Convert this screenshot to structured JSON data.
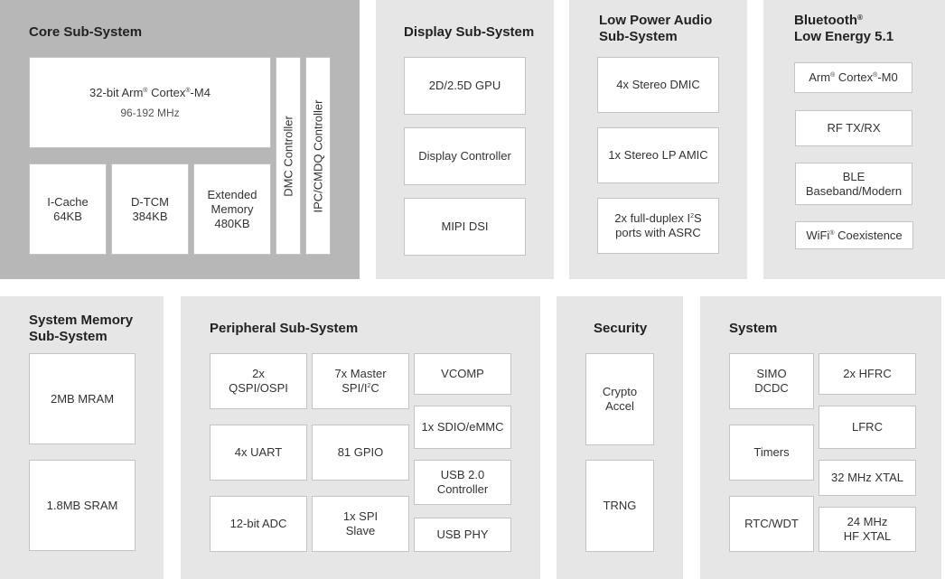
{
  "core": {
    "title": "Core Sub-System",
    "cpu_pre": "32-bit Arm",
    "cpu_reg": "®",
    "cpu_post": " Cortex",
    "cpu_reg2": "®",
    "cpu_tail": "-M4",
    "cpu_freq": "96-192 MHz",
    "icache_1": "I-Cache",
    "icache_2": "64KB",
    "dtcm_1": "D-TCM",
    "dtcm_2": "384KB",
    "extmem_1": "Extended",
    "extmem_2": "Memory",
    "extmem_3": "480KB",
    "dmc": "DMC Controller",
    "ipc": "IPC/CMDQ Controller"
  },
  "display": {
    "title": "Display Sub-System",
    "gpu": "2D/2.5D GPU",
    "controller": "Display Controller",
    "dsi": "MIPI DSI"
  },
  "audio": {
    "title_1": "Low Power Audio",
    "title_2": "Sub-System",
    "dmic": "4x Stereo DMIC",
    "amic": "1x Stereo LP AMIC",
    "i2s_pre": "2x full-duplex I",
    "i2s_sup": "2",
    "i2s_post": "S",
    "i2s_2": "ports with ASRC"
  },
  "ble": {
    "title_1": "Bluetooth",
    "title_reg": "®",
    "title_2": "Low Energy 5.1",
    "m0_pre": "Arm",
    "m0_reg": "®",
    "m0_mid": " Cortex",
    "m0_reg2": "®",
    "m0_tail": "-M0",
    "rf": "RF TX/RX",
    "baseband_1": "BLE",
    "baseband_2": "Baseband/Modern",
    "wifi_pre": "WiFi",
    "wifi_reg": "®",
    "wifi_post": " Coexistence"
  },
  "sysmem": {
    "title_1": "System Memory",
    "title_2": "Sub-System",
    "mram": "2MB MRAM",
    "sram": "1.8MB SRAM"
  },
  "peripheral": {
    "title": "Peripheral Sub-System",
    "qspi_1": "2x",
    "qspi_2": "QSPI/OSPI",
    "spi_master_1": "7x Master",
    "spi_master_2_pre": "SPI/I",
    "spi_master_sup": "2",
    "spi_master_2_post": "C",
    "vcomp": "VCOMP",
    "uart": "4x UART",
    "gpio": "81 GPIO",
    "sdio": "1x SDIO/eMMC",
    "usb_ctrl_1": "USB 2.0",
    "usb_ctrl_2": "Controller",
    "adc": "12-bit ADC",
    "spi_slave_1": "1x SPI",
    "spi_slave_2": "Slave",
    "usb_phy": "USB PHY"
  },
  "security": {
    "title": "Security",
    "crypto_1": "Crypto",
    "crypto_2": "Accel",
    "trng": "TRNG"
  },
  "system": {
    "title": "System",
    "simo_1": "SIMO",
    "simo_2": "DCDC",
    "hfrc": "2x HFRC",
    "timers": "Timers",
    "lfrc": "LFRC",
    "xtal32": "32 MHz XTAL",
    "rtc": "RTC/WDT",
    "xtal24_1": "24 MHz",
    "xtal24_2": "HF XTAL"
  },
  "colors": {
    "core_panel": "#b7b7b7",
    "panel": "#e6e6e6",
    "box": "#ffffff",
    "box_border": "#c4c4c4"
  }
}
